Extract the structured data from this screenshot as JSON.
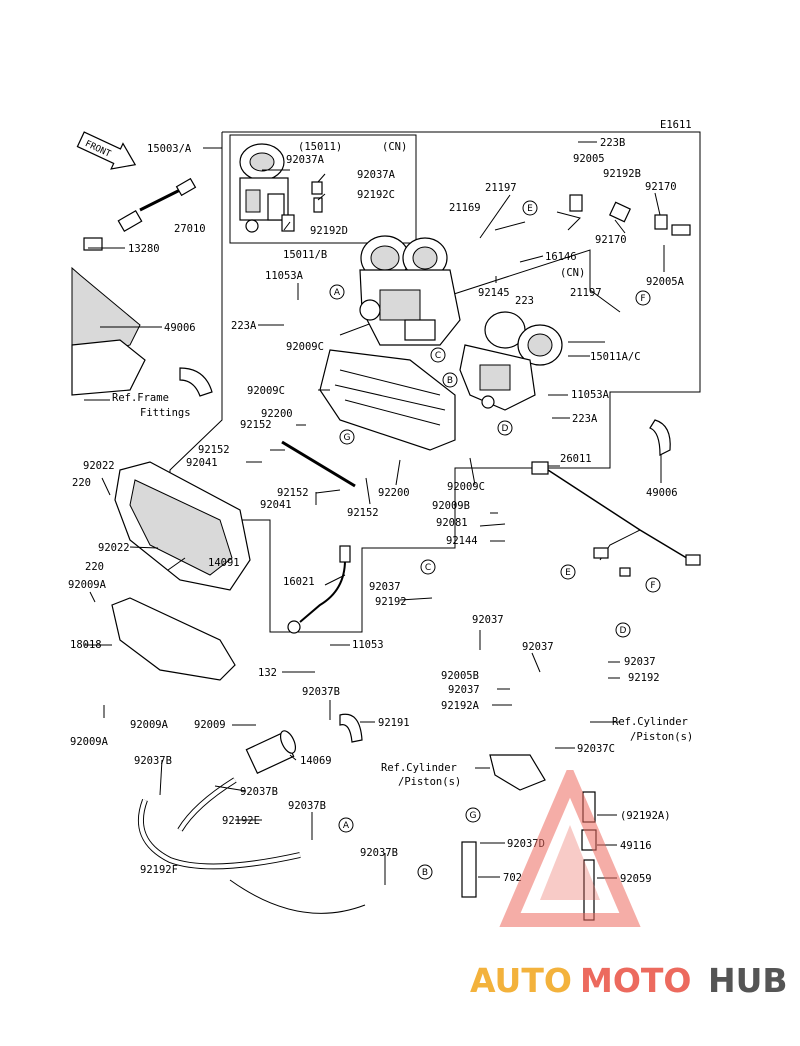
{
  "diagram_code": "E1611",
  "front_label": "FRONT",
  "labels": [
    {
      "id": "l15003",
      "text": "15003/A"
    },
    {
      "id": "l15011cn",
      "text": "(15011)"
    },
    {
      "id": "lcn1",
      "text": "(CN)"
    },
    {
      "id": "l92037a_1",
      "text": "92037A"
    },
    {
      "id": "l92037a_2",
      "text": "92037A"
    },
    {
      "id": "l92192c",
      "text": "92192C"
    },
    {
      "id": "l92192d",
      "text": "92192D"
    },
    {
      "id": "l15011b",
      "text": "15011/B"
    },
    {
      "id": "l27010",
      "text": "27010"
    },
    {
      "id": "l13280",
      "text": "13280"
    },
    {
      "id": "l11053a_1",
      "text": "11053A"
    },
    {
      "id": "l223a_1",
      "text": "223A"
    },
    {
      "id": "l49006_1",
      "text": "49006"
    },
    {
      "id": "lref_frame1",
      "text": "Ref.Frame"
    },
    {
      "id": "lref_frame2",
      "text": "Fittings"
    },
    {
      "id": "l21169",
      "text": "21169"
    },
    {
      "id": "l21197_1",
      "text": "21197"
    },
    {
      "id": "l223b",
      "text": "223B"
    },
    {
      "id": "l92005",
      "text": "92005"
    },
    {
      "id": "l92192b",
      "text": "92192B"
    },
    {
      "id": "l92170_1",
      "text": "92170"
    },
    {
      "id": "l92170_2",
      "text": "92170"
    },
    {
      "id": "l92005a",
      "text": "92005A"
    },
    {
      "id": "l16146",
      "text": "16146"
    },
    {
      "id": "lcn2",
      "text": "(CN)"
    },
    {
      "id": "l92145",
      "text": "92145"
    },
    {
      "id": "l223",
      "text": "223"
    },
    {
      "id": "l21197_2",
      "text": "21197"
    },
    {
      "id": "l15011ac",
      "text": "15011A/C"
    },
    {
      "id": "l11053a_2",
      "text": "11053A"
    },
    {
      "id": "l223a_2",
      "text": "223A"
    },
    {
      "id": "l92009c_1",
      "text": "92009C"
    },
    {
      "id": "l92009c_2",
      "text": "92009C"
    },
    {
      "id": "l92200_1",
      "text": "92200"
    },
    {
      "id": "l92152_1",
      "text": "92152"
    },
    {
      "id": "l92152_2",
      "text": "92152"
    },
    {
      "id": "l92041_1",
      "text": "92041"
    },
    {
      "id": "l92152_3",
      "text": "92152"
    },
    {
      "id": "l92041_2",
      "text": "92041"
    },
    {
      "id": "l92152_4",
      "text": "92152"
    },
    {
      "id": "l92200_2",
      "text": "92200"
    },
    {
      "id": "l92009c_3",
      "text": "92009C"
    },
    {
      "id": "l92009b",
      "text": "92009B"
    },
    {
      "id": "l92081",
      "text": "92081"
    },
    {
      "id": "l92144",
      "text": "92144"
    },
    {
      "id": "l26011",
      "text": "26011"
    },
    {
      "id": "l49006_2",
      "text": "49006"
    },
    {
      "id": "l92022_1",
      "text": "92022"
    },
    {
      "id": "l220_1",
      "text": "220"
    },
    {
      "id": "l92022_2",
      "text": "92022"
    },
    {
      "id": "l220_2",
      "text": "220"
    },
    {
      "id": "l14091",
      "text": "14091"
    },
    {
      "id": "l92009a_1",
      "text": "92009A"
    },
    {
      "id": "l18018",
      "text": "18018"
    },
    {
      "id": "l16021",
      "text": "16021"
    },
    {
      "id": "l92037_1",
      "text": "92037"
    },
    {
      "id": "l92192_1",
      "text": "92192"
    },
    {
      "id": "l11053",
      "text": "11053"
    },
    {
      "id": "l132",
      "text": "132"
    },
    {
      "id": "l92037_2",
      "text": "92037"
    },
    {
      "id": "l92037_3",
      "text": "92037"
    },
    {
      "id": "l92005b",
      "text": "92005B"
    },
    {
      "id": "l92037_4",
      "text": "92037"
    },
    {
      "id": "l92192a",
      "text": "92192A"
    },
    {
      "id": "l92037_5",
      "text": "92037"
    },
    {
      "id": "l92192_2",
      "text": "92192"
    },
    {
      "id": "l92037b_1",
      "text": "92037B"
    },
    {
      "id": "l92191",
      "text": "92191"
    },
    {
      "id": "l92009a_2",
      "text": "92009A"
    },
    {
      "id": "l92009",
      "text": "92009"
    },
    {
      "id": "l14069",
      "text": "14069"
    },
    {
      "id": "l92009a_3",
      "text": "92009A"
    },
    {
      "id": "lrefcyl1a",
      "text": "Ref.Cylinder"
    },
    {
      "id": "lrefcyl1b",
      "text": "/Piston(s)"
    },
    {
      "id": "l92037c",
      "text": "92037C"
    },
    {
      "id": "lrefcyl2a",
      "text": "Ref.Cylinder"
    },
    {
      "id": "lrefcyl2b",
      "text": "/Piston(s)"
    },
    {
      "id": "l92037b_2",
      "text": "92037B"
    },
    {
      "id": "l92037b_3",
      "text": "92037B"
    },
    {
      "id": "l92192e",
      "text": "92192E"
    },
    {
      "id": "l92037b_4",
      "text": "92037B"
    },
    {
      "id": "l92192f",
      "text": "92192F"
    },
    {
      "id": "l92037b_5",
      "text": "92037B"
    },
    {
      "id": "l92192a_p",
      "text": "(92192A)"
    },
    {
      "id": "l92037d",
      "text": "92037D"
    },
    {
      "id": "l49116",
      "text": "49116"
    },
    {
      "id": "l702",
      "text": "702"
    },
    {
      "id": "l92059",
      "text": "92059"
    }
  ],
  "refs": [
    {
      "id": "cE1",
      "text": "E"
    },
    {
      "id": "cA1",
      "text": "A"
    },
    {
      "id": "cC1",
      "text": "C"
    },
    {
      "id": "cB1",
      "text": "B"
    },
    {
      "id": "cD1",
      "text": "D"
    },
    {
      "id": "cF1",
      "text": "F"
    },
    {
      "id": "cG1",
      "text": "G"
    },
    {
      "id": "cE2",
      "text": "E"
    },
    {
      "id": "cF2",
      "text": "F"
    },
    {
      "id": "cC2",
      "text": "C"
    },
    {
      "id": "cD2",
      "text": "D"
    },
    {
      "id": "cG2",
      "text": "G"
    },
    {
      "id": "cA2",
      "text": "A"
    },
    {
      "id": "cB2",
      "text": "B"
    }
  ],
  "watermark": {
    "part1": "AUTO",
    "part2": "MOTO",
    "part3": "HUB"
  },
  "colors": {
    "ink": "#000000",
    "watermark_yellow": "#f3b23c",
    "watermark_red": "#ec6a5e",
    "watermark_gray": "#555555"
  }
}
